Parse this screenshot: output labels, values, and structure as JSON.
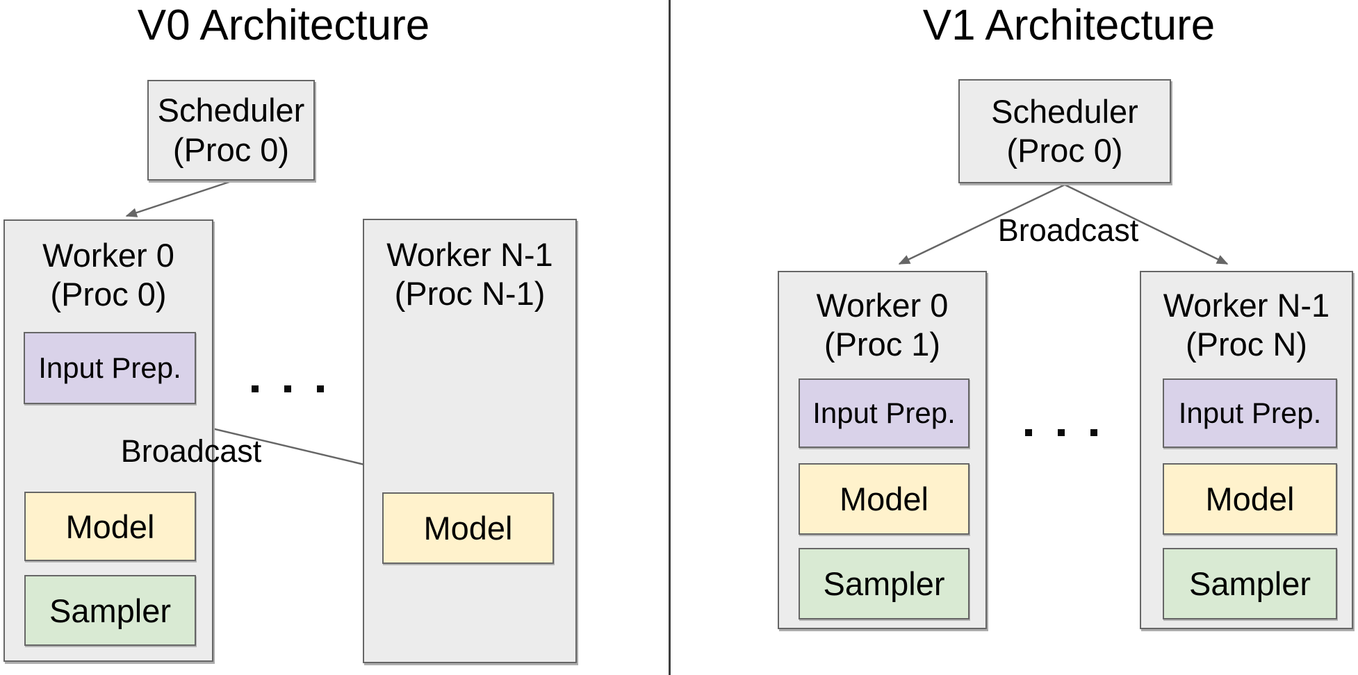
{
  "diagram": {
    "kind": "architecture-comparison",
    "ellipsis": ". . .",
    "v0": {
      "title": "V0 Architecture",
      "scheduler_line1": "Scheduler",
      "scheduler_line2": "(Proc 0)",
      "broadcast": "Broadcast",
      "worker0_line1": "Worker 0",
      "worker0_line2": "(Proc 0)",
      "worker0_input_prep": "Input Prep.",
      "worker0_model": "Model",
      "worker0_sampler": "Sampler",
      "workerN_line1": "Worker N-1",
      "workerN_line2": "(Proc N-1)",
      "workerN_model": "Model"
    },
    "v1": {
      "title": "V1 Architecture",
      "scheduler_line1": "Scheduler",
      "scheduler_line2": "(Proc 0)",
      "broadcast": "Broadcast",
      "worker0_line1": "Worker 0",
      "worker0_line2": "(Proc 1)",
      "worker0_input_prep": "Input Prep.",
      "worker0_model": "Model",
      "worker0_sampler": "Sampler",
      "workerN_line1": "Worker N-1",
      "workerN_line2": "(Proc N)",
      "workerN_input_prep": "Input Prep.",
      "workerN_model": "Model",
      "workerN_sampler": "Sampler"
    },
    "colors": {
      "container_fill": "#ececec",
      "container_border": "#666666",
      "input_prep_fill": "#d9d2e9",
      "model_fill": "#fff2cc",
      "sampler_fill": "#d9ead3",
      "arrow": "#666666",
      "divider": "#3f3f3f",
      "text": "#000000"
    }
  }
}
